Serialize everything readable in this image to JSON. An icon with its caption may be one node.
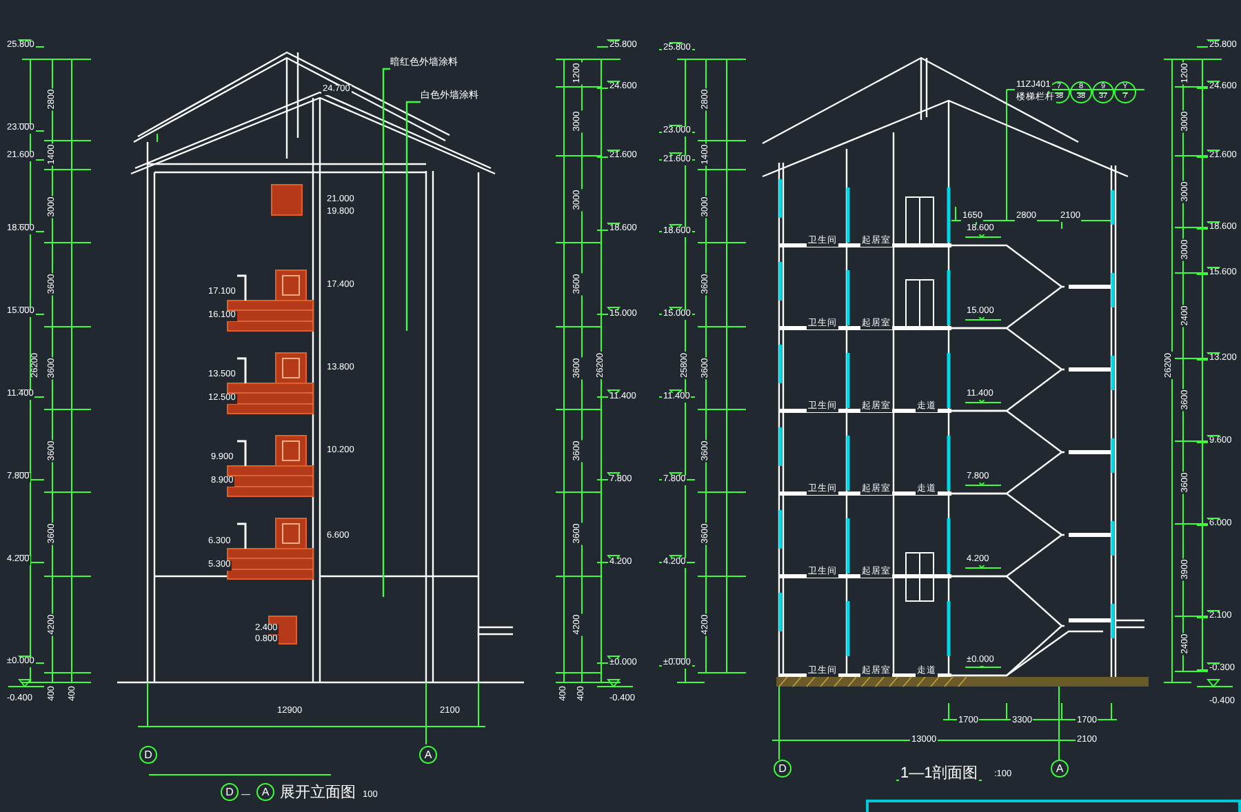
{
  "diagram": {
    "nodes": [
      {
        "text": [
          "暗红色外墙涂料"
        ]
      },
      {
        "text": [
          "白色外墙涂料"
        ]
      },
      {
        "text": [
          "D"
        ]
      },
      {
        "text": [
          "A"
        ]
      },
      {
        "text": [
          "D"
        ]
      },
      {
        "text": [
          "A"
        ]
      },
      {
        "text": [
          "D"
        ]
      },
      {
        "text": [
          "A"
        ]
      },
      {
        "text": [
          "7",
          "38"
        ]
      },
      {
        "text": [
          "8",
          "38"
        ]
      },
      {
        "text": [
          "9",
          "37"
        ]
      },
      {
        "text": [
          "Y",
          "7"
        ]
      }
    ],
    "edges": [
      {
        "from": 0,
        "to": null,
        "arrow": "none"
      },
      {
        "from": 1,
        "to": null,
        "arrow": "none"
      }
    ],
    "labels": [
      "25.800",
      "23.000",
      "21.600",
      "18.600",
      "15.000",
      "11.400",
      "7.800",
      "4.200",
      "±0.000",
      "-0.400",
      "2800",
      "1400",
      "3000",
      "3600",
      "3600",
      "3600",
      "3600",
      "4200",
      "400",
      "400",
      "26200",
      "24.700",
      "21.000",
      "19.800",
      "17.100",
      "16.100",
      "17.400",
      "13.500",
      "12.500",
      "13.800",
      "9.900",
      "8.900",
      "10.200",
      "6.300",
      "5.300",
      "6.600",
      "2.400",
      "0.800",
      "12900",
      "2100",
      "—",
      "展开立面图",
      "100",
      "25.800",
      "24.600",
      "21.600",
      "18.600",
      "15.000",
      "11.400",
      "7.800",
      "4.200",
      "±0.000",
      "-0.400",
      "1200",
      "3000",
      "3000",
      "3600",
      "3600",
      "3600",
      "3600",
      "4200",
      "400",
      "400",
      "26200",
      "25.800",
      "23.000",
      "21.600",
      "18.600",
      "15.000",
      "11.400",
      "7.800",
      "4.200",
      "±0.000",
      "2800",
      "1400",
      "3000",
      "3600",
      "3600",
      "3600",
      "3600",
      "4200",
      "25800",
      "卫生间",
      "起居室",
      "卫生间",
      "起居室",
      "卫生间",
      "起居室",
      "走道",
      "卫生间",
      "起居室",
      "走道",
      "卫生间",
      "起居室",
      "卫生间",
      "起居室",
      "走道",
      "18.600",
      "15.000",
      "11.400",
      "7.800",
      "4.200",
      "±0.000",
      "1650",
      "2800",
      "2100",
      "11ZJ401",
      "楼梯栏杆",
      "1700",
      "3300",
      "1700",
      "13000",
      "2100",
      "1—1剖面图",
      ":100",
      "25.800",
      "24.600",
      "21.600",
      "18.600",
      "15.600",
      "13.200",
      "9.600",
      "6.000",
      "2.100",
      "-0.300",
      "-0.400",
      "1200",
      "3000",
      "3000",
      "3000",
      "2400",
      "3600",
      "3600",
      "3900",
      "2400",
      "26200"
    ]
  }
}
